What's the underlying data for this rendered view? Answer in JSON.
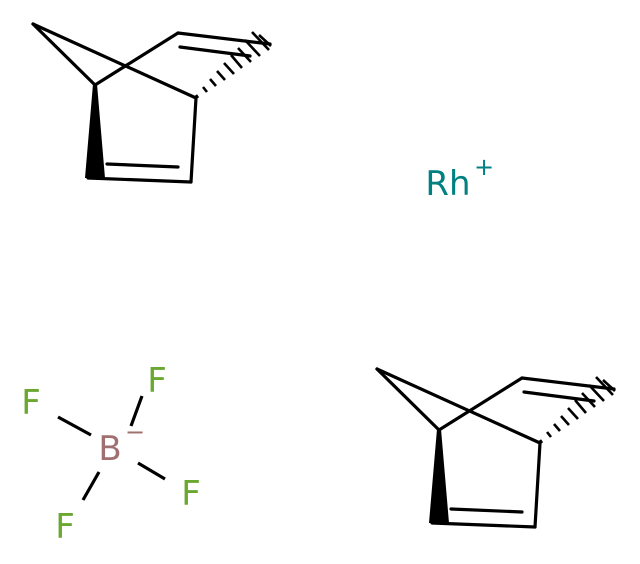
{
  "atoms": {
    "rhodium": {
      "symbol": "Rh",
      "charge": "+",
      "color": "#008080"
    },
    "boron": {
      "symbol": "B",
      "charge": "−",
      "color": "#a07070"
    },
    "fluorine_1": {
      "symbol": "F",
      "color": "#6aa832"
    },
    "fluorine_2": {
      "symbol": "F",
      "color": "#6aa832"
    },
    "fluorine_3": {
      "symbol": "F",
      "color": "#6aa832"
    },
    "fluorine_4": {
      "symbol": "F",
      "color": "#6aa832"
    }
  },
  "fragments": [
    "norbornadiene",
    "norbornadiene",
    "tetrafluoroborate",
    "rhodium-cation"
  ]
}
